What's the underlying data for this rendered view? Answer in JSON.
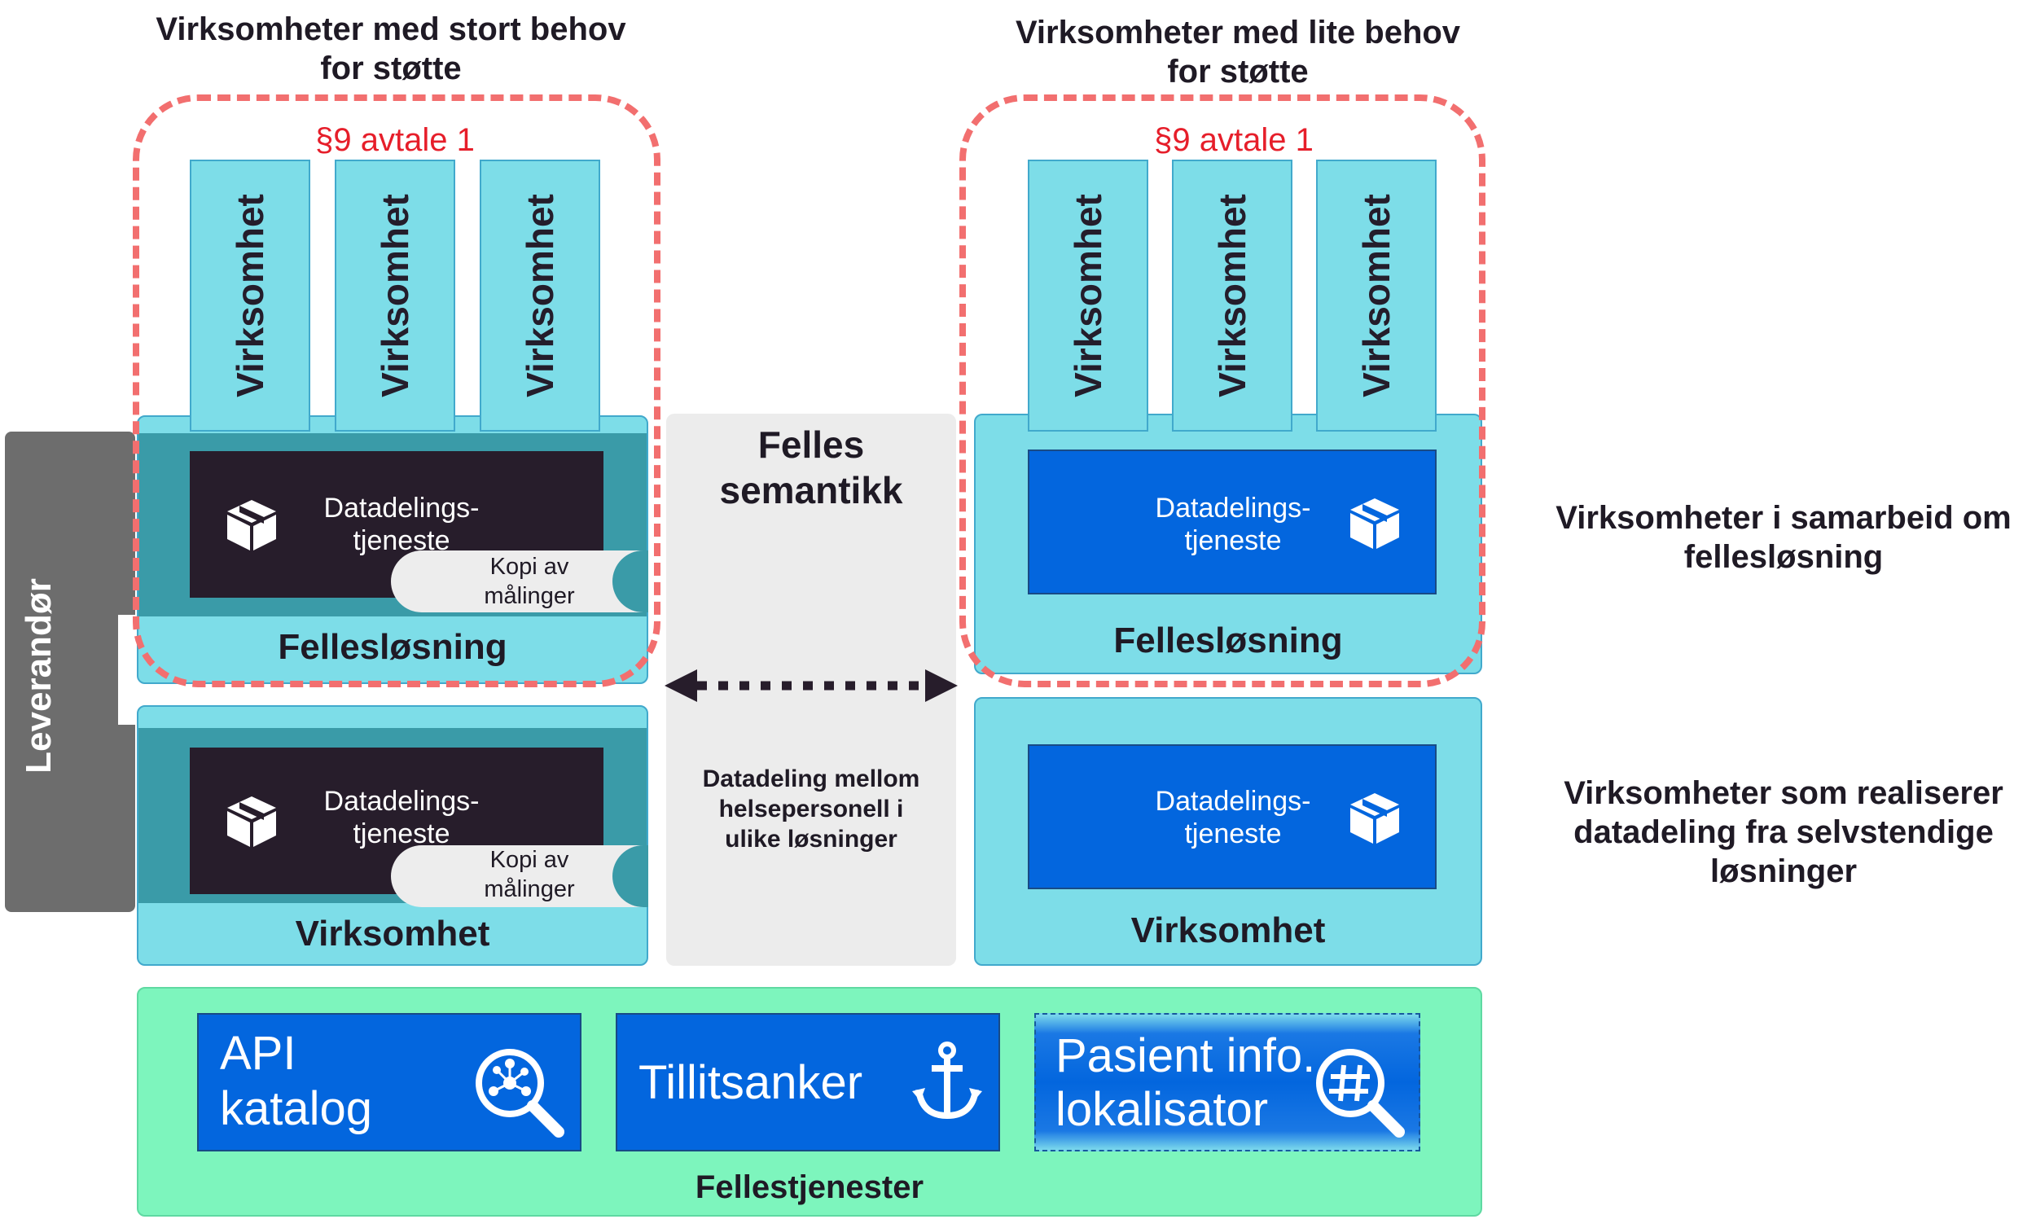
{
  "left_heading": "Virksomheter med stort behov\nfor støtte",
  "right_heading": "Virksomheter med lite behov\nfor støtte",
  "avtale_left": "§9 avtale 1",
  "avtale_right": "§9 avtale 1",
  "virksomhet_label": "Virksomhet",
  "leverandor": "Leverandør",
  "felles_semantikk": "Felles\nsemantikk",
  "datadeling_note": "Datadeling mellom\nhelsepersonell i\nulike løsninger",
  "service_label": "Datadelings-\ntjeneste",
  "kopi_label": "Kopi av\nmålinger",
  "fellesloesning_label": "Fellesløsning",
  "virksomhet_box_label": "Virksomhet",
  "right_label_top": "Virksomheter i samarbeid om\nfellesløsning",
  "right_label_bottom": "Virksomheter som realiserer\ndatadeling fra selvstendige\nløsninger",
  "fellestjenester": {
    "label": "Fellestjenester",
    "api": "API\nkatalog",
    "tillit": "Tillitsanker",
    "pasient": "Pasient info.\nlokalisator"
  },
  "colors": {
    "light_cyan": "#7ddde8",
    "teal": "#3a9ba8",
    "dark_service": "#271d2b",
    "blue_service": "#0366de",
    "dashed_red": "#f26f6f",
    "avtale_red": "#e61e2a",
    "green_band": "#7df5bd",
    "grey_leverandor": "#6d6d6d"
  },
  "icons": [
    "box-icon",
    "api-search-icon",
    "anchor-icon",
    "hash-search-icon",
    "double-arrow-icon"
  ]
}
